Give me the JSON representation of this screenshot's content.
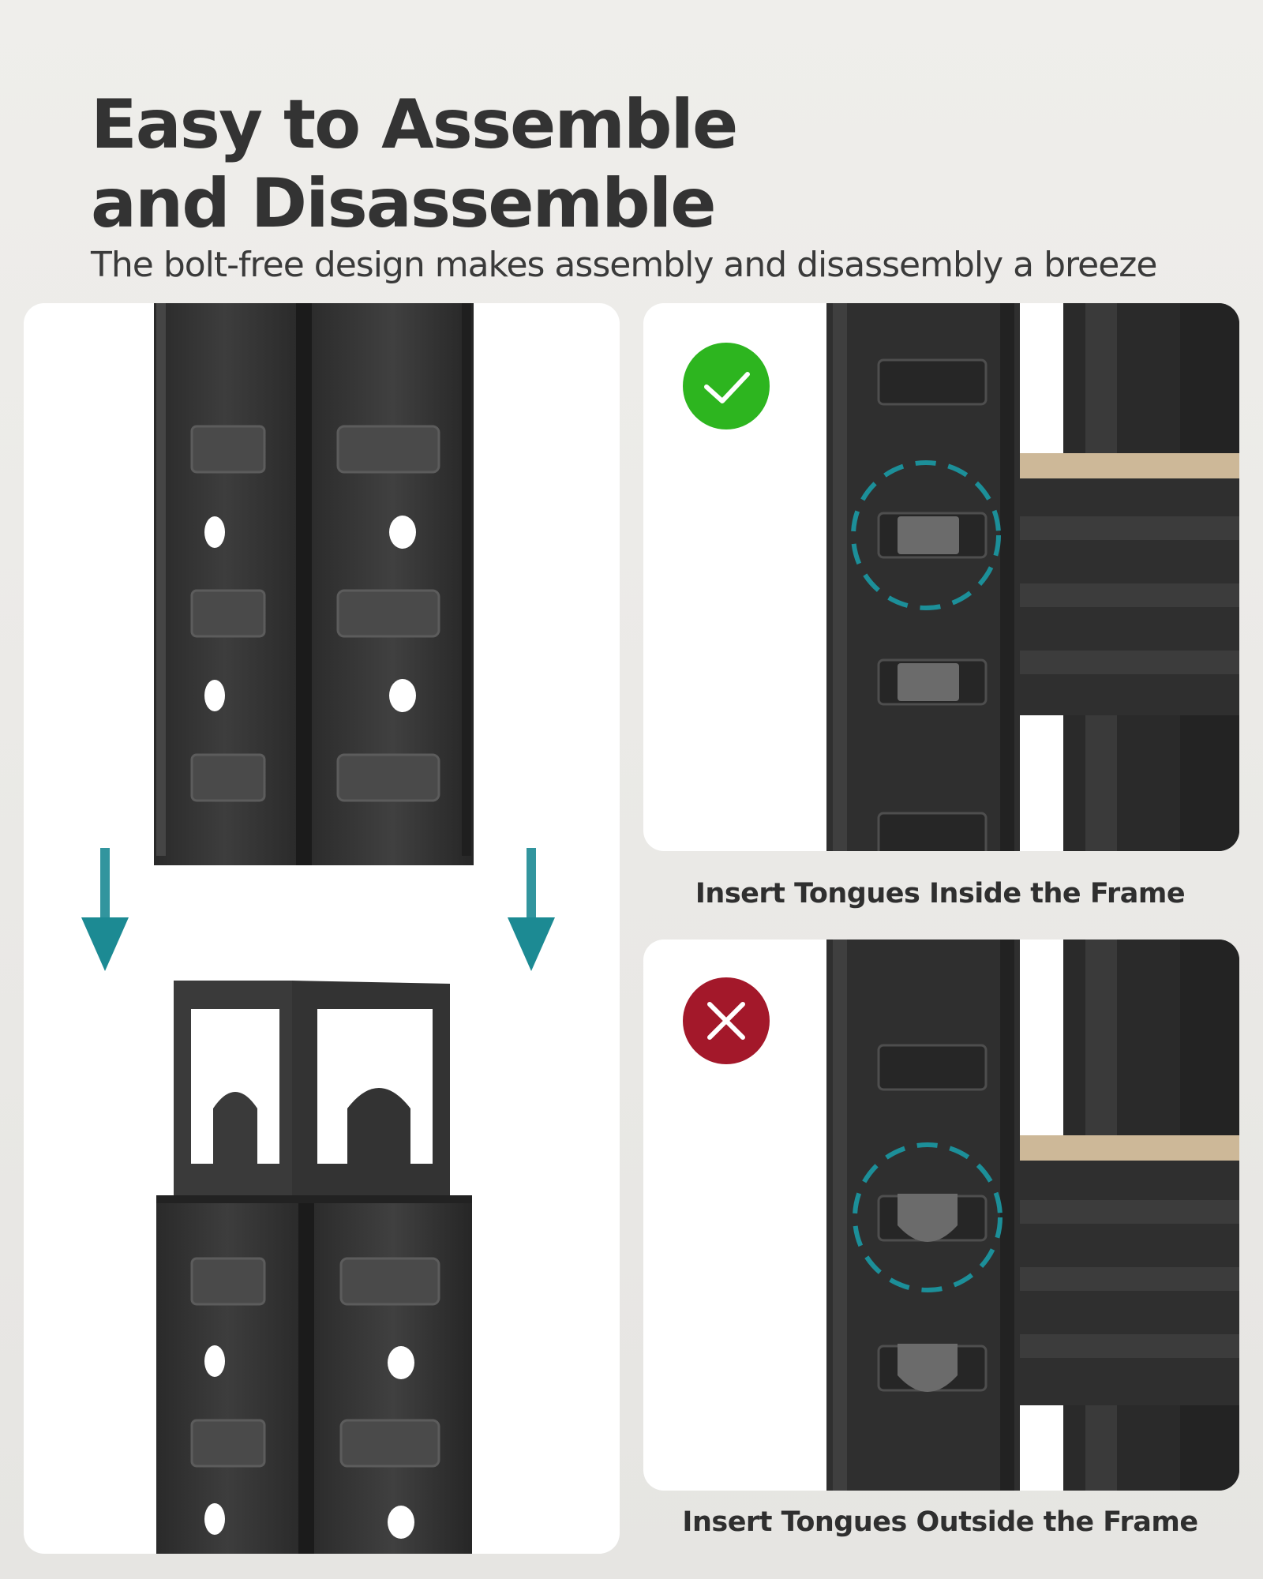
{
  "header": {
    "title_line1": "Easy to Assemble",
    "title_line2": "and Disassemble",
    "subtitle": "The bolt-free design makes assembly and disassembly a breeze"
  },
  "panels": {
    "correct": {
      "caption": "Insert Tongues Inside the Frame",
      "badge_color": "#2db51f"
    },
    "incorrect": {
      "caption": "Insert Tongues Outside the Frame",
      "badge_color": "#a3182a"
    }
  },
  "colors": {
    "steel": "#333333",
    "arrow_teal": "#1c8a93",
    "highlight_ring": "#1c8f99",
    "shelf_board": "#cdb898"
  },
  "icons": {
    "correct_badge": "checkmark-icon",
    "incorrect_badge": "cross-icon",
    "arrows": "arrow-down-icon"
  }
}
